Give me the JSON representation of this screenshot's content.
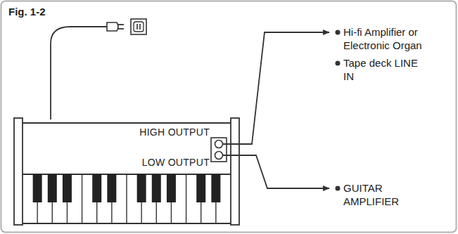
{
  "diagram": {
    "title": "Fig. 1-2",
    "nodes": [
      {
        "text": [
          "HIGH OUTPUT",
          "LOW OUTPUT"
        ]
      }
    ],
    "labels": [
      "Hi-fi Amplifier or Electronic Organ",
      "Tape deck LINE IN",
      "GUITAR AMPLIFIER"
    ]
  }
}
